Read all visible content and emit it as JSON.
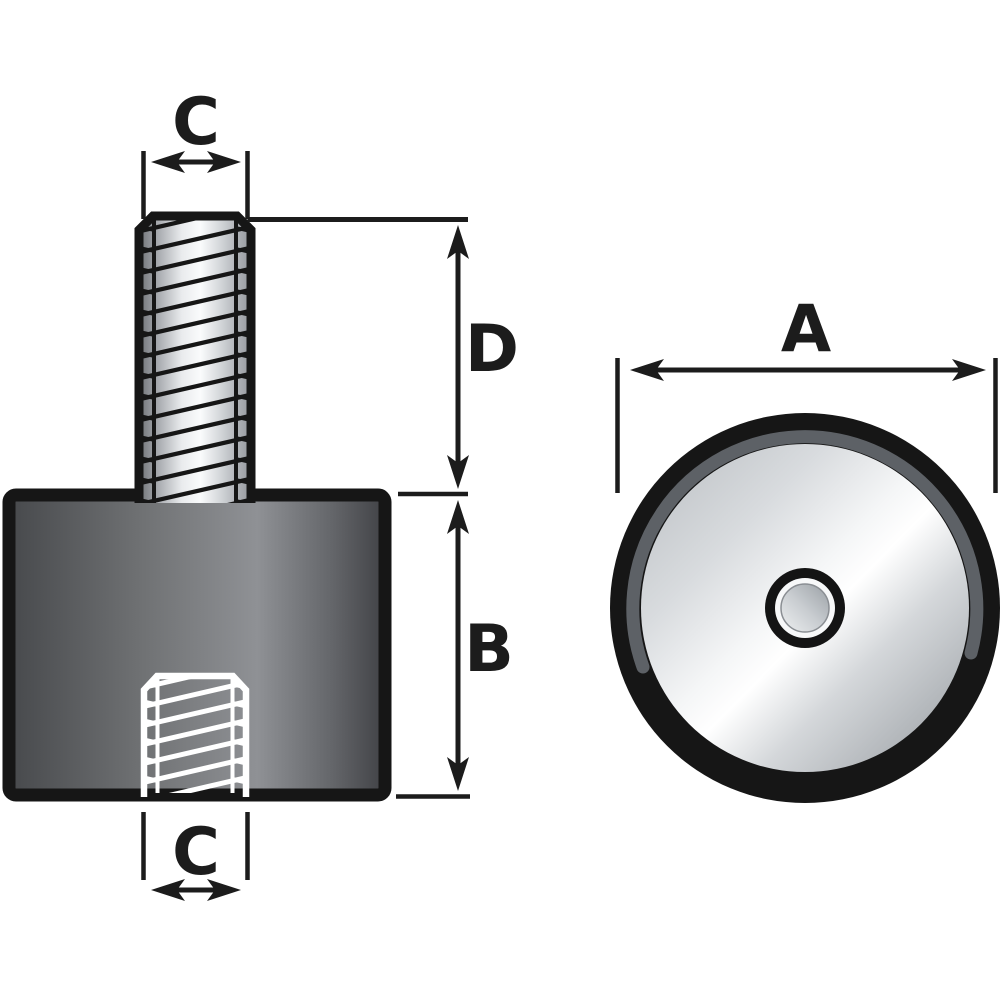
{
  "drawing": {
    "kind": "anti-vibration-mount-dimension-diagram",
    "views": [
      {
        "name": "side-elevation"
      },
      {
        "name": "plan-circular-face"
      }
    ]
  },
  "dimensions": {
    "a": {
      "label": "A"
    },
    "b": {
      "label": "B"
    },
    "c_top": {
      "label": "C"
    },
    "c_bottom": {
      "label": "C"
    },
    "d": {
      "label": "D"
    }
  },
  "colors": {
    "background": "#ffffff",
    "ink": "#1c1c1c",
    "outline": "#161616",
    "ghost_thread": "#ffffff",
    "body_dark": "#47494c",
    "body_light": "#8f9195",
    "metal_dark": "#6e7175",
    "metal_bright": "#fafbfc",
    "face_mid": "#b9bdc1",
    "face_highlight": "#ffffff",
    "bevel_gray": "#5d6166",
    "hub_ring_white": "#f7f8f9"
  }
}
